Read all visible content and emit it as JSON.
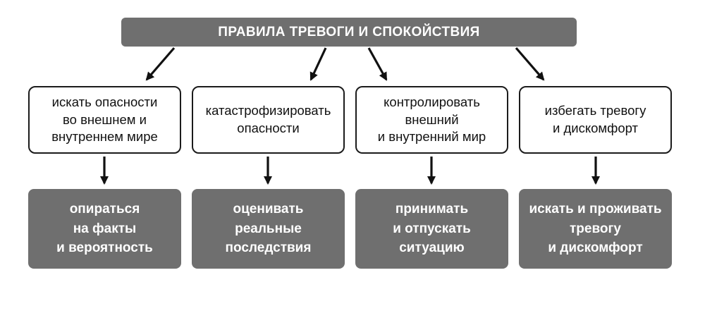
{
  "title": "ПРАВИЛА ТРЕВОГИ И СПОКОЙСТВИЯ",
  "columns": [
    {
      "rule": "искать опасности\nво внешнем и\nвнутреннем мире",
      "calm": "опираться\nна факты\nи вероятность"
    },
    {
      "rule": "катастрофизировать\nопасности",
      "calm": "оценивать\nреальные\nпоследствия"
    },
    {
      "rule": "контролировать\nвнешний\nи внутренний мир",
      "calm": "принимать\nи отпускать\nситуацию"
    },
    {
      "rule": "избегать тревогу\nи дискомфорт",
      "calm": "искать и проживать\nтревогу\nи дискомфорт"
    }
  ],
  "colors": {
    "box_gray": "#6f6f6f",
    "border": "#1b1b1b",
    "arrow": "#111111"
  }
}
